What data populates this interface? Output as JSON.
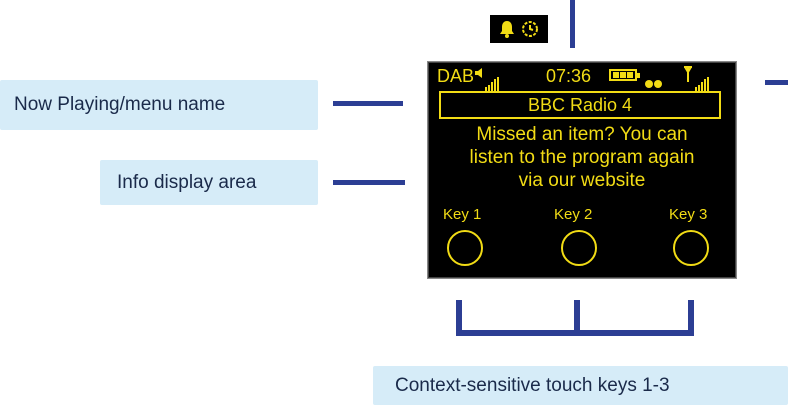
{
  "labels": {
    "now_playing": "Now Playing/menu name",
    "info_area": "Info display area",
    "touch_keys": "Context-sensitive touch keys 1-3"
  },
  "screen": {
    "band": "DAB",
    "time": "07:36",
    "station": "BBC Radio 4",
    "info_lines": [
      "Missed an item? You can",
      "listen to the program again",
      "via our website"
    ],
    "keys": [
      "Key 1",
      "Key 2",
      "Key 3"
    ]
  },
  "icons": {
    "notification": [
      "bell-icon",
      "alarm-clock-icon"
    ]
  },
  "colors": {
    "display_text": "#f2dc15",
    "display_bg": "#000000",
    "label_bg": "#d6ecf8",
    "connector": "#2c3e94"
  }
}
